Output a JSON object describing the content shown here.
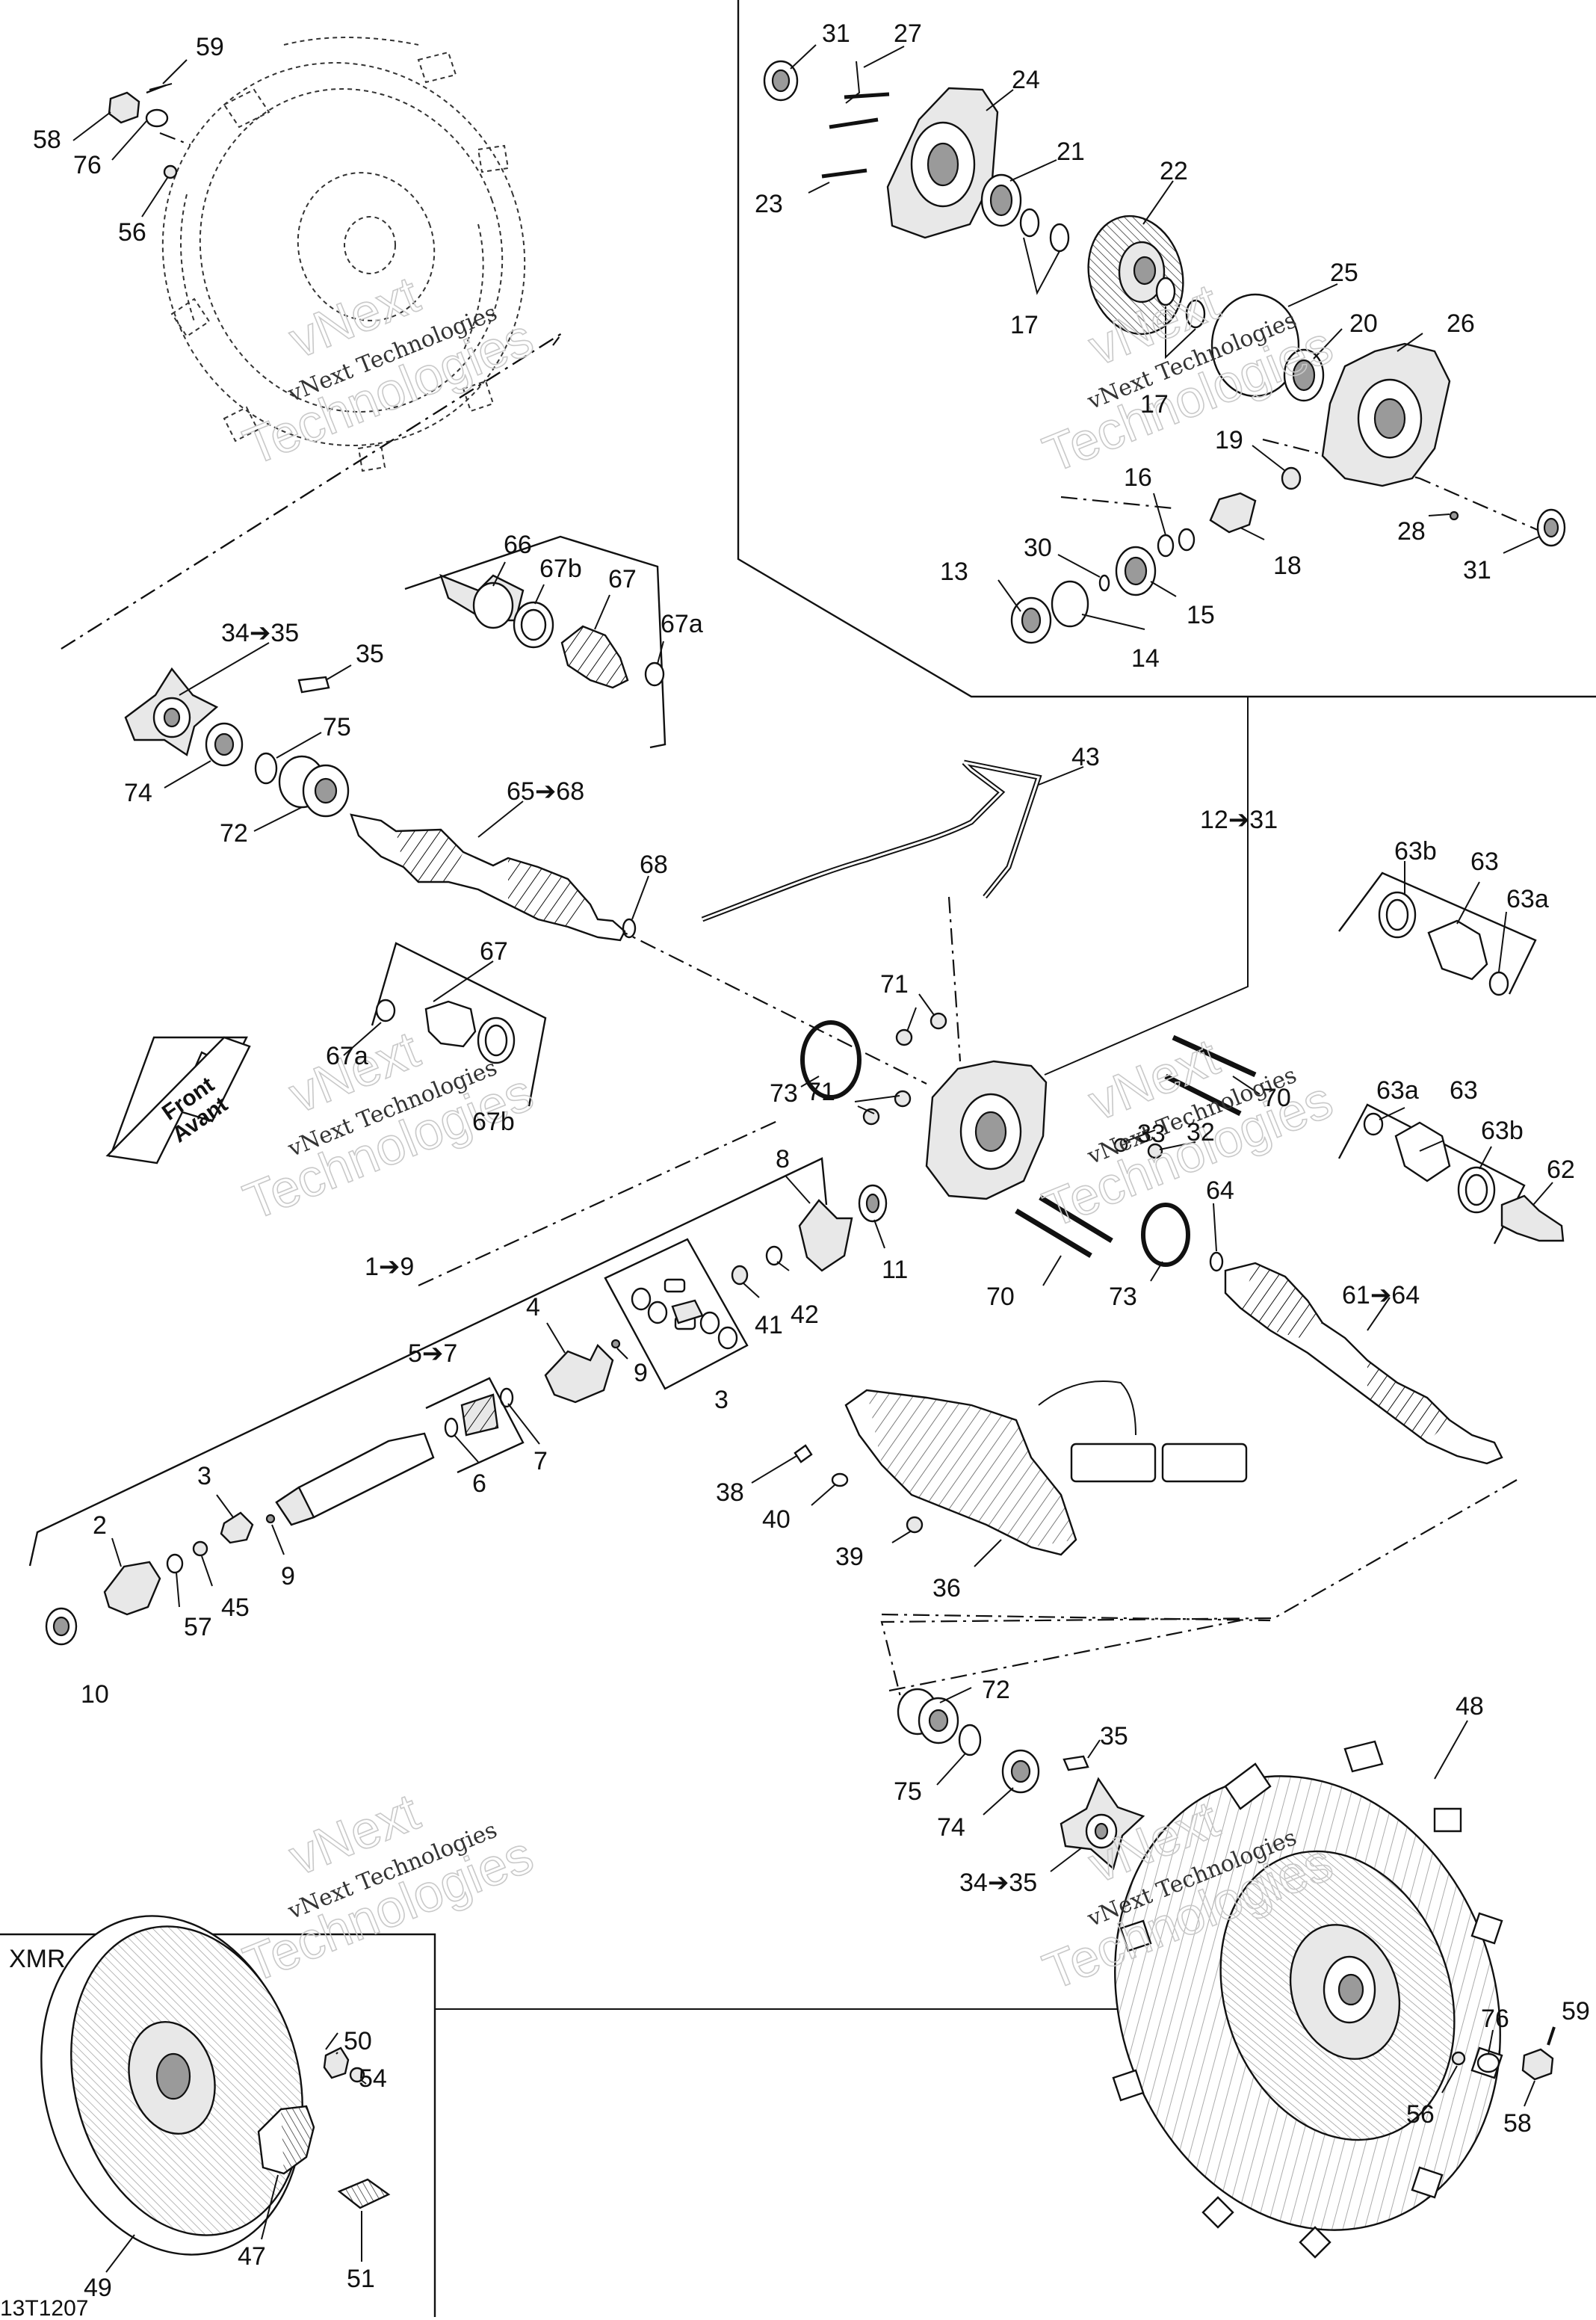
{
  "footer_code": "13T1207",
  "arrow_label": [
    "Front",
    "Avant"
  ],
  "inset_label": "XMR",
  "watermark": {
    "top": "vNext",
    "middle": "vNext Technologies",
    "bottom": "Technologies"
  },
  "callouts": [
    {
      "id": "c59a",
      "text": "59"
    },
    {
      "id": "c58a",
      "text": "58"
    },
    {
      "id": "c76a",
      "text": "76"
    },
    {
      "id": "c56a",
      "text": "56"
    },
    {
      "id": "c31a",
      "text": "31"
    },
    {
      "id": "c27",
      "text": "27"
    },
    {
      "id": "c24",
      "text": "24"
    },
    {
      "id": "c21",
      "text": "21"
    },
    {
      "id": "c22",
      "text": "22"
    },
    {
      "id": "c23",
      "text": "23"
    },
    {
      "id": "c17a",
      "text": "17"
    },
    {
      "id": "c17b",
      "text": "17"
    },
    {
      "id": "c25",
      "text": "25"
    },
    {
      "id": "c20",
      "text": "20"
    },
    {
      "id": "c26",
      "text": "26"
    },
    {
      "id": "c19",
      "text": "19"
    },
    {
      "id": "c16",
      "text": "16"
    },
    {
      "id": "c28",
      "text": "28"
    },
    {
      "id": "c30",
      "text": "30"
    },
    {
      "id": "c18",
      "text": "18"
    },
    {
      "id": "c13",
      "text": "13"
    },
    {
      "id": "c15",
      "text": "15"
    },
    {
      "id": "c31b",
      "text": "31"
    },
    {
      "id": "c14",
      "text": "14"
    },
    {
      "id": "c66",
      "text": "66"
    },
    {
      "id": "c67b",
      "text": "67b"
    },
    {
      "id": "c67",
      "text": "67"
    },
    {
      "id": "c67a",
      "text": "67a"
    },
    {
      "id": "c3435a",
      "text": "34➔35"
    },
    {
      "id": "c35a",
      "text": "35"
    },
    {
      "id": "c75a",
      "text": "75"
    },
    {
      "id": "c74a",
      "text": "74"
    },
    {
      "id": "c72a",
      "text": "72"
    },
    {
      "id": "c6568",
      "text": "65➔68"
    },
    {
      "id": "c43",
      "text": "43"
    },
    {
      "id": "c1231",
      "text": "12➔31"
    },
    {
      "id": "c68",
      "text": "68"
    },
    {
      "id": "c67c",
      "text": "67"
    },
    {
      "id": "c63b1",
      "text": "63b"
    },
    {
      "id": "c63a1",
      "text": "63"
    },
    {
      "id": "c63aa",
      "text": "63a"
    },
    {
      "id": "c71a",
      "text": "71"
    },
    {
      "id": "c67a2",
      "text": "67a"
    },
    {
      "id": "c73a",
      "text": "73"
    },
    {
      "id": "c71b",
      "text": "71"
    },
    {
      "id": "c67b2",
      "text": "67b"
    },
    {
      "id": "c70a",
      "text": "70"
    },
    {
      "id": "c33",
      "text": "33"
    },
    {
      "id": "c32",
      "text": "32"
    },
    {
      "id": "c63a2",
      "text": "63a"
    },
    {
      "id": "c63c",
      "text": "63"
    },
    {
      "id": "c63b2",
      "text": "63b"
    },
    {
      "id": "c62",
      "text": "62"
    },
    {
      "id": "c8",
      "text": "8"
    },
    {
      "id": "c64",
      "text": "64"
    },
    {
      "id": "c19b",
      "text": "1➔9"
    },
    {
      "id": "c11",
      "text": "11"
    },
    {
      "id": "c4",
      "text": "4"
    },
    {
      "id": "c41",
      "text": "41"
    },
    {
      "id": "c42",
      "text": "42"
    },
    {
      "id": "c70b",
      "text": "70"
    },
    {
      "id": "c73b",
      "text": "73"
    },
    {
      "id": "c6164",
      "text": "61➔64"
    },
    {
      "id": "c57b",
      "text": "5➔7"
    },
    {
      "id": "c9a",
      "text": "9"
    },
    {
      "id": "c3a",
      "text": "3"
    },
    {
      "id": "c7",
      "text": "7"
    },
    {
      "id": "c6",
      "text": "6"
    },
    {
      "id": "c3b",
      "text": "3"
    },
    {
      "id": "c38",
      "text": "38"
    },
    {
      "id": "c2",
      "text": "2"
    },
    {
      "id": "c9b",
      "text": "9"
    },
    {
      "id": "c40",
      "text": "40"
    },
    {
      "id": "c39",
      "text": "39"
    },
    {
      "id": "c36",
      "text": "36"
    },
    {
      "id": "c45",
      "text": "45"
    },
    {
      "id": "c57",
      "text": "57"
    },
    {
      "id": "c10",
      "text": "10"
    },
    {
      "id": "c72b",
      "text": "72"
    },
    {
      "id": "c48",
      "text": "48"
    },
    {
      "id": "c35b",
      "text": "35"
    },
    {
      "id": "c75b",
      "text": "75"
    },
    {
      "id": "c74b",
      "text": "74"
    },
    {
      "id": "c3435b",
      "text": "34➔35"
    },
    {
      "id": "c50",
      "text": "50"
    },
    {
      "id": "c54",
      "text": "54"
    },
    {
      "id": "c76b",
      "text": "76"
    },
    {
      "id": "c59b",
      "text": "59"
    },
    {
      "id": "c56b",
      "text": "56"
    },
    {
      "id": "c58b",
      "text": "58"
    },
    {
      "id": "c49",
      "text": "49"
    },
    {
      "id": "c47",
      "text": "47"
    },
    {
      "id": "c51",
      "text": "51"
    }
  ]
}
